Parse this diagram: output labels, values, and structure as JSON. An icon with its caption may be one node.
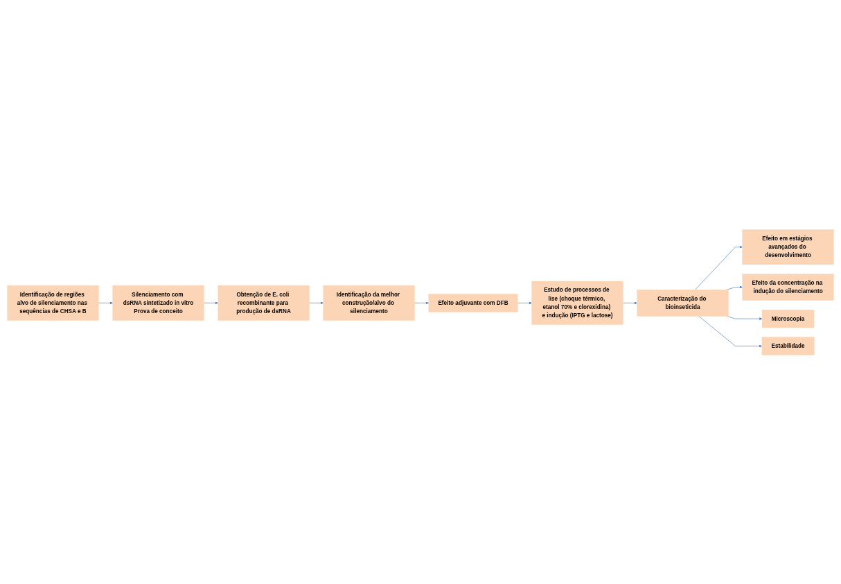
{
  "diagram": {
    "nodes": [
      {
        "text": [
          "Identificação de regiões alvo de silenciamento nas sequências de CHSA e B"
        ]
      },
      {
        "text": [
          "Silenciamento com dsRNA sintetizado in vitro",
          "Prova de conceito"
        ]
      },
      {
        "text": [
          "Obtenção de E. coli recombinante para produção de dsRNA"
        ]
      },
      {
        "text": [
          "Identificação da melhor construção/alvo do silenciamento"
        ]
      },
      {
        "text": [
          "Efeito adjuvante com DFB"
        ]
      },
      {
        "text": [
          "Estudo de processos de lise (choque térmico, etanol 70% e clorexidina) e indução (IPTG e lactose)"
        ]
      },
      {
        "text": [
          "Caracterização do bioinseticida"
        ]
      },
      {
        "text": [
          "Efeito em estágios avançados do desenvolvimento"
        ]
      },
      {
        "text": [
          "Efeito da concentração na indução do silenciamento"
        ]
      },
      {
        "text": [
          "Microscopia"
        ]
      },
      {
        "text": [
          "Estabilidade"
        ]
      }
    ],
    "edges": [
      {
        "from": 0,
        "to": 1,
        "arrow": "to"
      },
      {
        "from": 1,
        "to": 2,
        "arrow": "to"
      },
      {
        "from": 2,
        "to": 3,
        "arrow": "to"
      },
      {
        "from": 3,
        "to": 4,
        "arrow": "to"
      },
      {
        "from": 4,
        "to": 5,
        "arrow": "to"
      },
      {
        "from": 5,
        "to": 6,
        "arrow": "to"
      },
      {
        "from": 6,
        "to": 7,
        "arrow": "to"
      },
      {
        "from": 6,
        "to": 8,
        "arrow": "to"
      },
      {
        "from": 6,
        "to": 9,
        "arrow": "to"
      },
      {
        "from": 6,
        "to": 10,
        "arrow": "to"
      }
    ]
  }
}
